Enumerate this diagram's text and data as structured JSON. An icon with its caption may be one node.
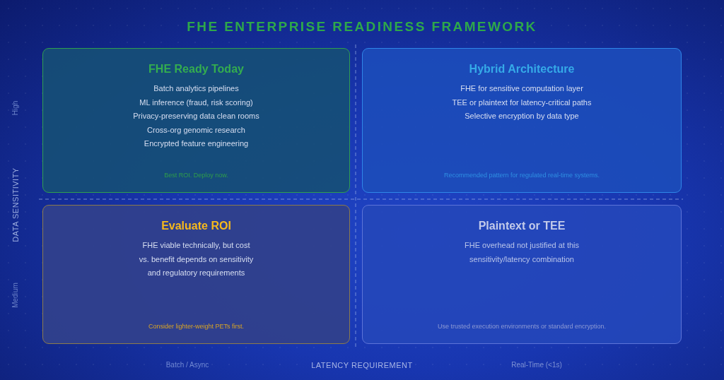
{
  "diagram": {
    "title": "FHE ENTERPRISE READINESS FRAMEWORK",
    "nodes": [
      {
        "text": [
          "FHE Ready Today",
          "Batch analytics pipelines",
          "ML inference (fraud, risk scoring)",
          "Privacy-preserving data clean rooms",
          "Cross-org genomic research",
          "Encrypted feature engineering",
          "Best ROI. Deploy now."
        ]
      },
      {
        "text": [
          "Hybrid Architecture",
          "FHE for sensitive computation layer",
          "TEE or plaintext for latency-critical paths",
          "Selective encryption by data type",
          "Recommended pattern for regulated real-time systems."
        ]
      },
      {
        "text": [
          "Evaluate ROI",
          "FHE viable technically, but cost vs. benefit depends on sensitivity and regulatory requirements",
          "Consider lighter-weight PETs first."
        ]
      },
      {
        "text": [
          "Plaintext or TEE",
          "FHE overhead not justified at this sensitivity/latency combination",
          "Use trusted execution environments or standard encryption."
        ]
      }
    ],
    "labels": [
      "High",
      "DATA SENSITIVITY",
      "Medium",
      "Batch / Async",
      "LATENCY REQUIREMENT",
      "Real-Time (<1s)"
    ]
  }
}
